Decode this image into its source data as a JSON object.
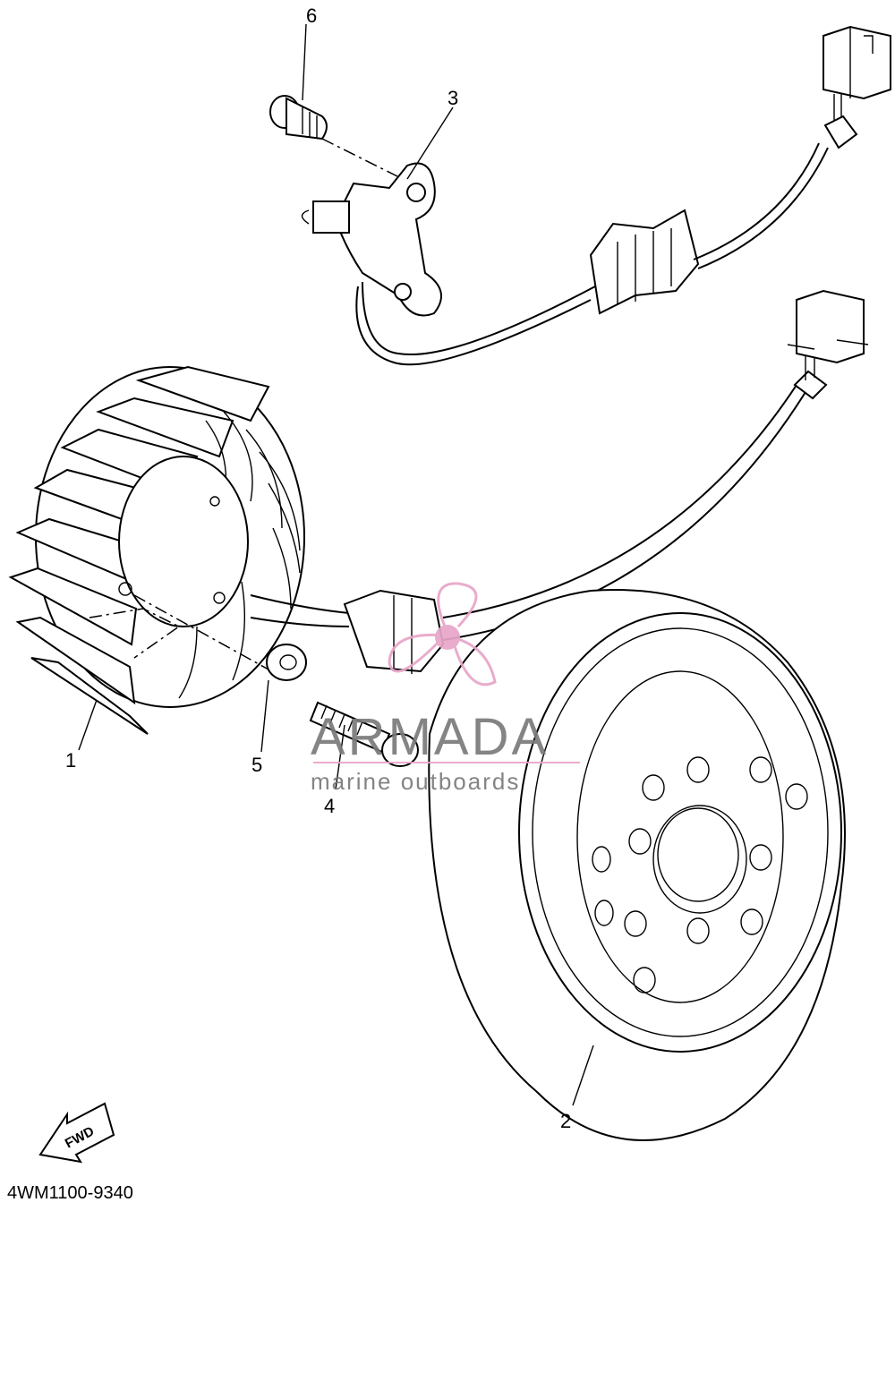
{
  "callouts": [
    {
      "id": "1",
      "label": "1"
    },
    {
      "id": "2",
      "label": "2"
    },
    {
      "id": "3",
      "label": "3"
    },
    {
      "id": "4",
      "label": "4"
    },
    {
      "id": "5",
      "label": "5"
    },
    {
      "id": "6",
      "label": "6"
    }
  ],
  "diagram_code": "4WM1100-9340",
  "fwd_label": "FWD",
  "watermark": {
    "brand": "ARMADA",
    "tagline": "marine outboards",
    "brand_color": "#7a7a7a",
    "accent_color": "#e8a6c8"
  }
}
